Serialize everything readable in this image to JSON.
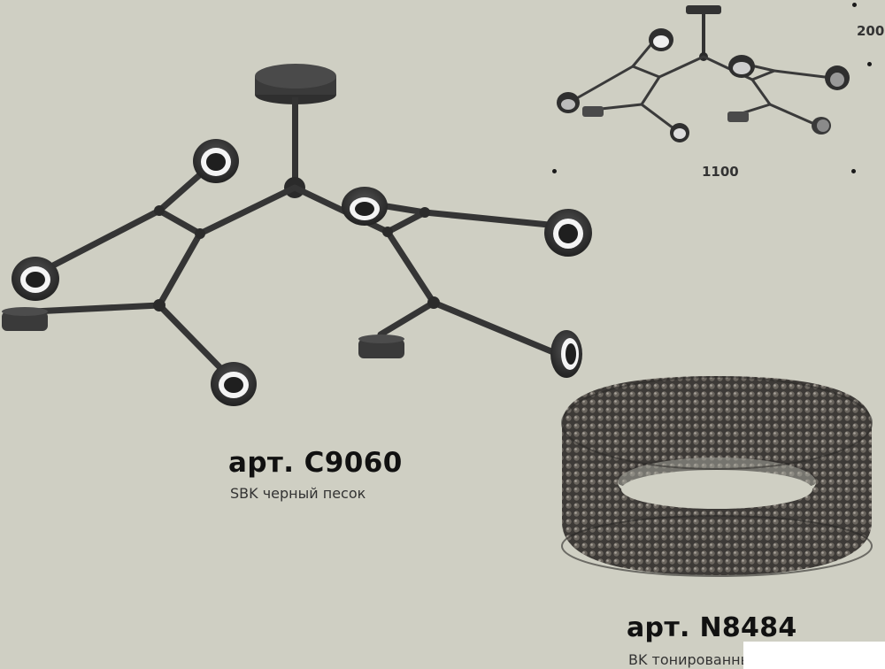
{
  "products": {
    "chandelier": {
      "title": "арт. C9060",
      "subtitle": "SBK черный песок",
      "finish_color": "#3a3a3a"
    },
    "ring": {
      "title": "арт. N8484",
      "subtitle": "BK тонированный",
      "crystal_color": "#5a5550"
    }
  },
  "dimensions": {
    "height": "200",
    "width": "1100"
  },
  "colors": {
    "background": "#cfcfc3",
    "text_primary": "#111111",
    "text_secondary": "#333333",
    "metal": "#3a3a3a"
  }
}
